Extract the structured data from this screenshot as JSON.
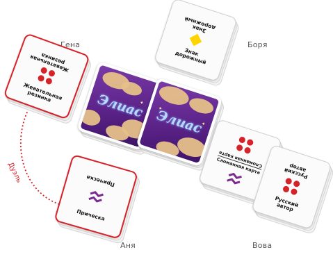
{
  "players": {
    "gena": "Гена",
    "borya": "Боря",
    "anya": "Аня",
    "vova": "Вова"
  },
  "cards": {
    "gena": {
      "word_top": "Жевательная резинка",
      "word_bottom": "Жевательная резинка",
      "symbol": "red-dots-icon",
      "border_color": "#d6232a"
    },
    "borya": {
      "word_top": "Знак дорожный",
      "word_bottom": "Знак дорожный",
      "symbol": "yellow-diamond-icon"
    },
    "vova_left": {
      "word_top": "Сломанная карта",
      "word_bottom": "Сломанная карта",
      "symbol_top": "red-dots-icon",
      "symbol_bottom": "purple-zigzag-icon"
    },
    "vova_right": {
      "word_top": "Русский автор",
      "word_bottom": "Русский автор",
      "symbol": "red-dots-icon"
    },
    "anya": {
      "word_top": "Прическа",
      "word_bottom": "Прическа",
      "symbol": "purple-zigzag-icon",
      "border_color": "#d6232a"
    },
    "deck_logo": "Элиас"
  },
  "duel": {
    "label": "Дуэль",
    "color": "#d6232a"
  },
  "colors": {
    "red": "#d6232a",
    "purple": "#7b2a8f",
    "yellow": "#ffd400"
  }
}
